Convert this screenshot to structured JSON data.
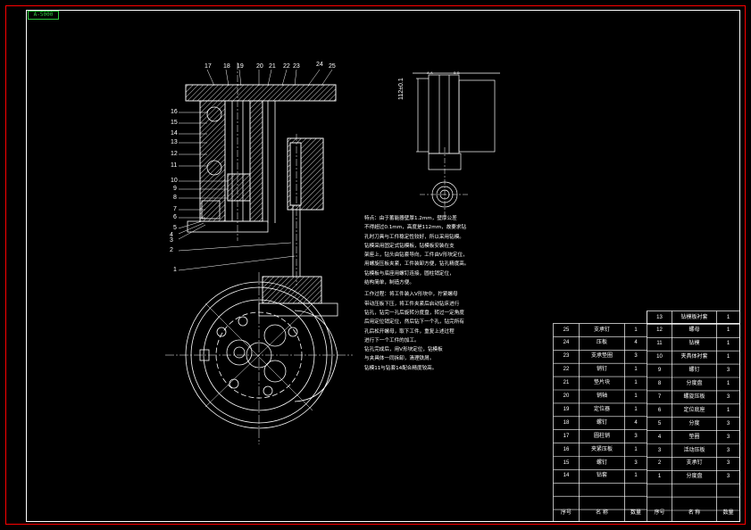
{
  "title_tag": "A-5000",
  "notes": [
    "特点：由于蓄能器壁厚1.2mm，壁厚公差",
    "不得超过0.1mm，高度是112mm，故要求钻",
    "孔时刀具与工件稳定性较好，所以采用钻模。",
    "钻模采用固定式钻模板，钻模板安装在支",
    "架座上，钻头由钻套导向，工件由V形块定位，",
    "用螺旋压板夹紧，工件装卸方便，钻孔精度高。",
    "钻模板与底座用螺钉连接，圆柱销定位，",
    "结构简单，制造方便。",
    "",
    "工作过程：将工件装入V形块中，拧紧螺母",
    "带动压板下压，将工件夹紧后启动钻床进行",
    "钻孔，钻完一孔后旋转分度盘，转过一定角度",
    "后用定位销定位，然后钻下一个孔，钻完所有",
    "孔后松开螺母，取下工件，重复上述过程",
    "进行下一个工件的加工。",
    "钻孔完成后，用V形块定位，钻模板",
    "与夹具体一同拆卸，清理铁屑。",
    "钻模11与钻套14配合精度较高。"
  ],
  "part_numbers_left": [
    "16",
    "15",
    "14",
    "13",
    "12",
    "11",
    "10",
    "9",
    "8",
    "7",
    "6",
    "5",
    "4",
    "3",
    "2",
    "1"
  ],
  "part_numbers_top": [
    "17",
    "18",
    "19",
    "20",
    "21",
    "22",
    "23",
    "24",
    "25"
  ],
  "side_view": {
    "dim_label": "112±0.1",
    "top_labels": [
      "A-A",
      "B-B"
    ]
  },
  "bom_left": [
    {
      "no": "25",
      "name": "支承钉",
      "qty": "1"
    },
    {
      "no": "24",
      "name": "压板",
      "qty": "4"
    },
    {
      "no": "23",
      "name": "支承垫圈",
      "qty": "3"
    },
    {
      "no": "22",
      "name": "销钉",
      "qty": "1"
    },
    {
      "no": "21",
      "name": "垫片块",
      "qty": "1"
    },
    {
      "no": "20",
      "name": "销轴",
      "qty": "1"
    },
    {
      "no": "19",
      "name": "定位器",
      "qty": "1"
    },
    {
      "no": "18",
      "name": "螺钉",
      "qty": "4"
    },
    {
      "no": "17",
      "name": "圆柱销",
      "qty": "3"
    },
    {
      "no": "16",
      "name": "夹紧压板",
      "qty": "1"
    },
    {
      "no": "15",
      "name": "螺钉",
      "qty": "3"
    },
    {
      "no": "14",
      "name": "钻套",
      "qty": "1"
    }
  ],
  "bom_right": [
    {
      "no": "13",
      "name": "钻模板衬套",
      "qty": "1"
    },
    {
      "no": "12",
      "name": "螺母",
      "qty": "1"
    },
    {
      "no": "11",
      "name": "钻模",
      "qty": "1"
    },
    {
      "no": "10",
      "name": "夹具体衬套",
      "qty": "1"
    },
    {
      "no": "9",
      "name": "螺钉",
      "qty": "3"
    },
    {
      "no": "8",
      "name": "分度盘",
      "qty": "1"
    },
    {
      "no": "7",
      "name": "螺旋压板",
      "qty": "3"
    },
    {
      "no": "6",
      "name": "定位底座",
      "qty": "1"
    },
    {
      "no": "5",
      "name": "分度",
      "qty": "3"
    },
    {
      "no": "4",
      "name": "垫圈",
      "qty": "3"
    },
    {
      "no": "3",
      "name": "活动压板",
      "qty": "3"
    },
    {
      "no": "2",
      "name": "支承钉",
      "qty": "3"
    },
    {
      "no": "1",
      "name": "分度盘",
      "qty": "3"
    }
  ],
  "bom_header": {
    "no": "序号",
    "name": "名  称",
    "qty": "数量"
  },
  "colors": {
    "frame": "#ff0000",
    "line": "#ffffff",
    "accent": "#2ecc40"
  }
}
